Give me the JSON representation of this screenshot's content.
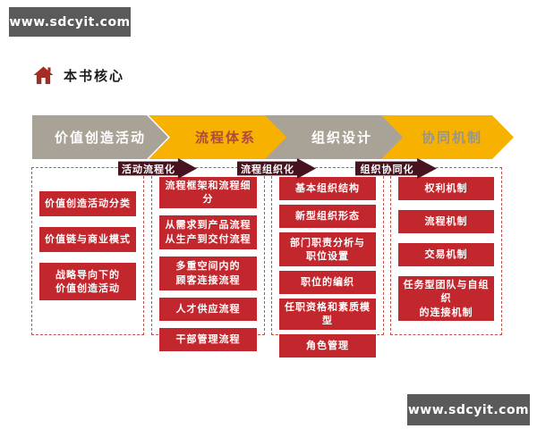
{
  "banners": {
    "top_url": "www.sdcyit.com",
    "bottom_url": "www.sdcyit.com"
  },
  "header": {
    "title": "本书核心",
    "icon": "home-icon"
  },
  "flow": {
    "stages": [
      {
        "label": "价值创造活动",
        "fill": "#A9A296",
        "label_color": "#FFFFFF"
      },
      {
        "label": "流程体系",
        "fill": "#F7B100",
        "label_color": "#B0493F"
      },
      {
        "label": "组织设计",
        "fill": "#A9A296",
        "label_color": "#FFFFFF"
      },
      {
        "label": "协同机制",
        "fill": "#F7B100",
        "label_color": "#9B9588"
      }
    ],
    "transitions": [
      {
        "label": "活动流程化"
      },
      {
        "label": "流程组织化"
      },
      {
        "label": "组织协同化"
      }
    ]
  },
  "columns": [
    {
      "stage": "价值创造活动",
      "items": [
        "价值创造活动分类",
        "价值链与商业模式",
        "战略导向下的\n价值创造活动"
      ]
    },
    {
      "stage": "流程体系",
      "items": [
        "流程框架和流程细分",
        "从需求到产品流程\n从生产到交付流程",
        "多重空间内的\n顾客连接流程",
        "人才供应流程",
        "干部管理流程"
      ]
    },
    {
      "stage": "组织设计",
      "items": [
        "基本组织结构",
        "新型组织形态",
        "部门职责分析与\n职位设置",
        "职位的编织",
        "任职资格和素质模型",
        "角色管理"
      ]
    },
    {
      "stage": "协同机制",
      "items": [
        "权利机制",
        "流程机制",
        "交易机制",
        "任务型团队与自组织\n的连接机制"
      ]
    }
  ],
  "colors": {
    "banner_bg": "#5A5A5A",
    "box_red": "#C2272D",
    "transition_bg": "#47131E",
    "dashed_border": "#C0544A",
    "home_icon": "#A32C25",
    "background": "#FFFFFF"
  }
}
